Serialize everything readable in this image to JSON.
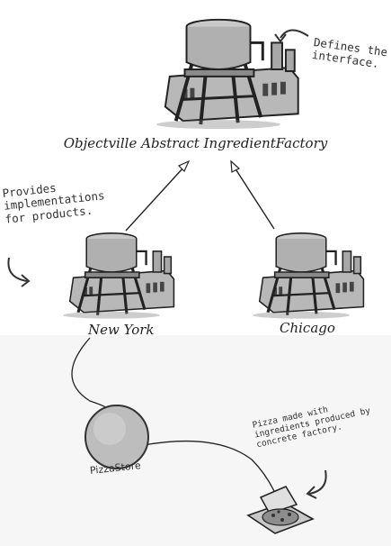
{
  "nodes": {
    "abstract_factory": "Objectville Abstract IngredientFactory",
    "ny_factory": "New York",
    "chicago_factory": "Chicago",
    "pizza_store": "PizzaStore"
  },
  "notes": {
    "interface": [
      "Defines the",
      "interface."
    ],
    "products": [
      "Provides",
      "implementations",
      "for products."
    ],
    "pizza": [
      "Pizza made with",
      "ingredients produced by",
      "concrete factory."
    ]
  },
  "colors": {
    "ink": "#222222",
    "factory_fill": "#b8b8b8",
    "factory_dark": "#6f6f6f",
    "store_fill": "#bdbdbd",
    "band": "#f6f6f6"
  },
  "icons": [
    "factory-icon",
    "factory-icon",
    "factory-icon",
    "pizza-store-icon",
    "pizza-box-icon"
  ]
}
